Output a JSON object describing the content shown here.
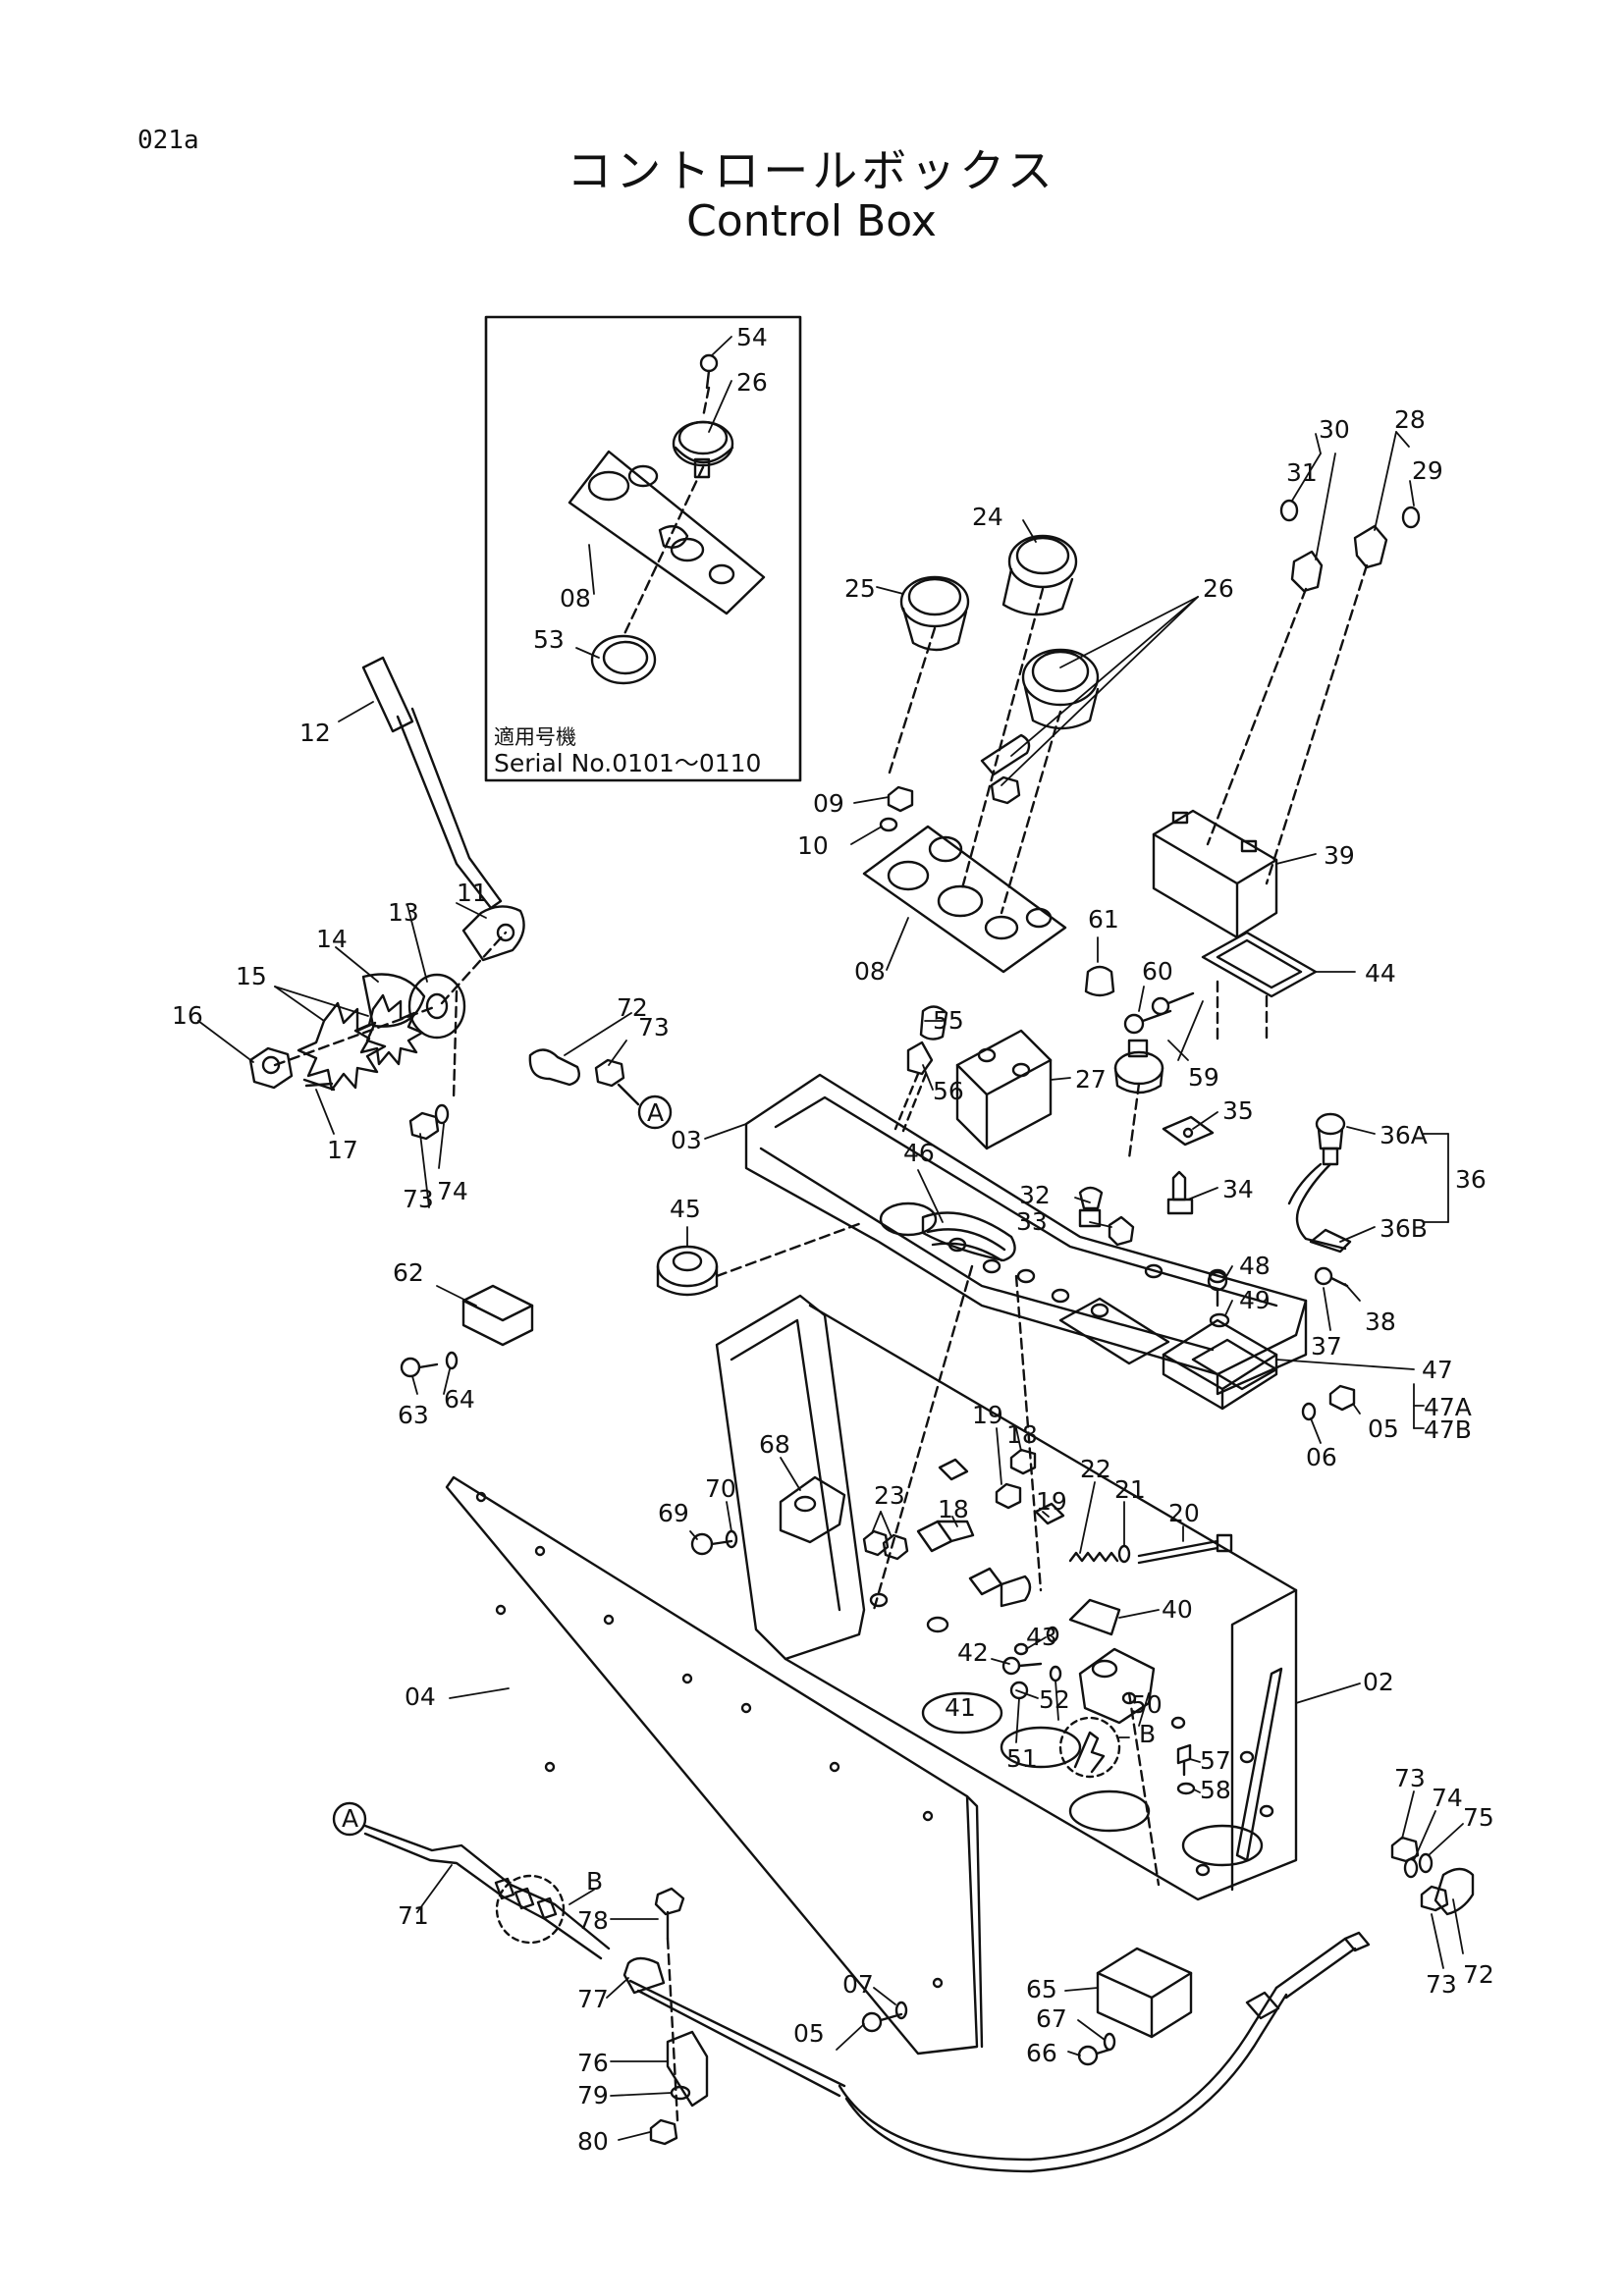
{
  "page_code": "021a",
  "title_jp": "コントロールボックス",
  "title_en": "Control Box",
  "inset": {
    "caption_jp": "適用号機",
    "serial": "Serial No.0101～0110",
    "part_labels": [
      "54",
      "26",
      "08",
      "53"
    ]
  },
  "part_labels": [
    "12",
    "11",
    "13",
    "14",
    "15",
    "16",
    "17",
    "72",
    "73",
    "73",
    "74",
    "A",
    "03",
    "25",
    "24",
    "26",
    "09",
    "10",
    "08",
    "30",
    "31",
    "28",
    "29",
    "39",
    "44",
    "61",
    "60",
    "55",
    "56",
    "27",
    "59",
    "35",
    "36A",
    "36",
    "36B",
    "34",
    "32",
    "33",
    "46",
    "45",
    "48",
    "49",
    "37",
    "38",
    "47",
    "47A",
    "47B",
    "05",
    "06",
    "62",
    "63",
    "64",
    "68",
    "69",
    "70",
    "19",
    "18",
    "23",
    "18",
    "19",
    "22",
    "21",
    "20",
    "40",
    "43",
    "42",
    "41",
    "52",
    "51",
    "50",
    "B",
    "57",
    "58",
    "02",
    "04",
    "A",
    "71",
    "B",
    "78",
    "77",
    "76",
    "79",
    "80",
    "07",
    "05",
    "65",
    "67",
    "66",
    "73",
    "74",
    "75",
    "72",
    "73"
  ]
}
